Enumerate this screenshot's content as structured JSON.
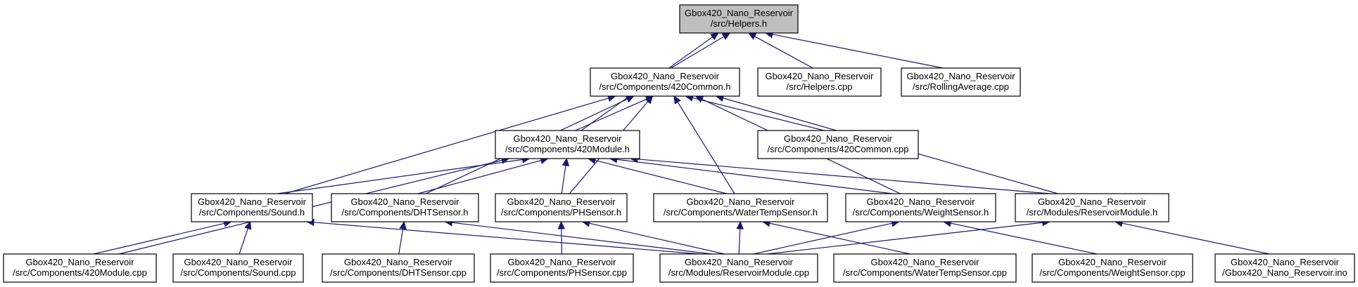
{
  "diagram": {
    "kind": "include-dependency-graph",
    "colors": {
      "edge": "#191970",
      "focus_fill": "#bfbfbf",
      "node_fill": "#ffffff",
      "node_border": "#000000"
    },
    "nodes": [
      {
        "id": "helpers_h",
        "lines": [
          "Gbox420_Nano_Reservoir",
          "/src/Helpers.h"
        ],
        "focus": true
      },
      {
        "id": "common_h",
        "lines": [
          "Gbox420_Nano_Reservoir",
          "/src/Components/420Common.h"
        ]
      },
      {
        "id": "helpers_cpp",
        "lines": [
          "Gbox420_Nano_Reservoir",
          "/src/Helpers.cpp"
        ]
      },
      {
        "id": "rolling_cpp",
        "lines": [
          "Gbox420_Nano_Reservoir",
          "/src/RollingAverage.cpp"
        ]
      },
      {
        "id": "module_h",
        "lines": [
          "Gbox420_Nano_Reservoir",
          "/src/Components/420Module.h"
        ]
      },
      {
        "id": "common_cpp",
        "lines": [
          "Gbox420_Nano_Reservoir",
          "/src/Components/420Common.cpp"
        ]
      },
      {
        "id": "sound_h",
        "lines": [
          "Gbox420_Nano_Reservoir",
          "/src/Components/Sound.h"
        ]
      },
      {
        "id": "dht_h",
        "lines": [
          "Gbox420_Nano_Reservoir",
          "/src/Components/DHTSensor.h"
        ]
      },
      {
        "id": "ph_h",
        "lines": [
          "Gbox420_Nano_Reservoir",
          "/src/Components/PHSensor.h"
        ]
      },
      {
        "id": "water_h",
        "lines": [
          "Gbox420_Nano_Reservoir",
          "/src/Components/WaterTempSensor.h"
        ]
      },
      {
        "id": "weight_h",
        "lines": [
          "Gbox420_Nano_Reservoir",
          "/src/Components/WeightSensor.h"
        ]
      },
      {
        "id": "resmod_h",
        "lines": [
          "Gbox420_Nano_Reservoir",
          "/src/Modules/ReservoirModule.h"
        ]
      },
      {
        "id": "module_cpp",
        "lines": [
          "Gbox420_Nano_Reservoir",
          "/src/Components/420Module.cpp"
        ]
      },
      {
        "id": "sound_cpp",
        "lines": [
          "Gbox420_Nano_Reservoir",
          "/src/Components/Sound.cpp"
        ]
      },
      {
        "id": "dht_cpp",
        "lines": [
          "Gbox420_Nano_Reservoir",
          "/src/Components/DHTSensor.cpp"
        ]
      },
      {
        "id": "ph_cpp",
        "lines": [
          "Gbox420_Nano_Reservoir",
          "/src/Components/PHSensor.cpp"
        ]
      },
      {
        "id": "resmod_cpp",
        "lines": [
          "Gbox420_Nano_Reservoir",
          "/src/Modules/ReservoirModule.cpp"
        ]
      },
      {
        "id": "water_cpp",
        "lines": [
          "Gbox420_Nano_Reservoir",
          "/src/Components/WaterTempSensor.cpp"
        ]
      },
      {
        "id": "weight_cpp",
        "lines": [
          "Gbox420_Nano_Reservoir",
          "/src/Components/WeightSensor.cpp"
        ]
      },
      {
        "id": "ino",
        "lines": [
          "Gbox420_Nano_Reservoir",
          "/Gbox420_Nano_Reservoir.ino"
        ]
      }
    ],
    "edges": [
      {
        "from": "common_h",
        "to": "helpers_h"
      },
      {
        "from": "helpers_cpp",
        "to": "helpers_h"
      },
      {
        "from": "rolling_cpp",
        "to": "helpers_h"
      },
      {
        "from": "module_h",
        "to": "helpers_h"
      },
      {
        "from": "module_h",
        "to": "common_h"
      },
      {
        "from": "common_cpp",
        "to": "common_h"
      },
      {
        "from": "sound_h",
        "to": "common_h"
      },
      {
        "from": "dht_h",
        "to": "common_h"
      },
      {
        "from": "ph_h",
        "to": "common_h"
      },
      {
        "from": "water_h",
        "to": "common_h"
      },
      {
        "from": "weight_h",
        "to": "common_h"
      },
      {
        "from": "resmod_h",
        "to": "common_h"
      },
      {
        "from": "module_cpp",
        "to": "module_h"
      },
      {
        "from": "sound_h",
        "to": "module_h"
      },
      {
        "from": "dht_h",
        "to": "module_h"
      },
      {
        "from": "ph_h",
        "to": "module_h"
      },
      {
        "from": "water_h",
        "to": "module_h"
      },
      {
        "from": "weight_h",
        "to": "module_h"
      },
      {
        "from": "resmod_h",
        "to": "module_h"
      },
      {
        "from": "module_cpp",
        "to": "sound_h"
      },
      {
        "from": "sound_cpp",
        "to": "sound_h"
      },
      {
        "from": "resmod_cpp",
        "to": "sound_h"
      },
      {
        "from": "dht_cpp",
        "to": "dht_h"
      },
      {
        "from": "resmod_cpp",
        "to": "dht_h"
      },
      {
        "from": "ph_cpp",
        "to": "ph_h"
      },
      {
        "from": "resmod_cpp",
        "to": "ph_h"
      },
      {
        "from": "resmod_cpp",
        "to": "water_h"
      },
      {
        "from": "water_cpp",
        "to": "water_h"
      },
      {
        "from": "resmod_cpp",
        "to": "weight_h"
      },
      {
        "from": "weight_cpp",
        "to": "weight_h"
      },
      {
        "from": "resmod_cpp",
        "to": "resmod_h"
      },
      {
        "from": "ino",
        "to": "resmod_h"
      }
    ]
  }
}
